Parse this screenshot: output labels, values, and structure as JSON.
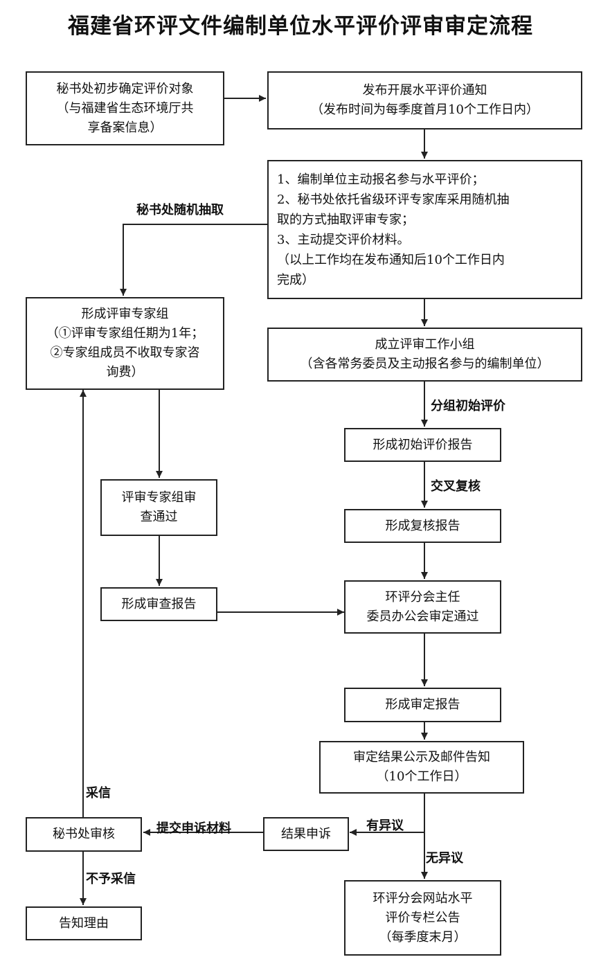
{
  "title": "福建省环评文件编制单位水平评价评审审定流程",
  "boxes": {
    "b1": [
      "秘书处初步确定评价对象",
      "（与福建省生态环境厅共",
      "享备案信息）"
    ],
    "b2": [
      "发布开展水平评价通知",
      "（发布时间为每季度首月10个工作日内）"
    ],
    "b3": [
      "1、编制单位主动报名参与水平评价；",
      "2、秘书处依托省级环评专家库采用随机抽",
      "取的方式抽取评审专家；",
      "3、主动提交评价材料。",
      "（以上工作均在发布通知后10个工作日内",
      "完成）"
    ],
    "b4": [
      "形成评审专家组",
      "（①评审专家组任期为1年；",
      "②专家组成员不收取专家咨",
      "询费）"
    ],
    "b5": [
      "成立评审工作小组",
      "（含各常务委员及主动报名参与的编制单位）"
    ],
    "b6": [
      "形成初始评价报告"
    ],
    "b7": [
      "评审专家组审",
      "查通过"
    ],
    "b8": [
      "形成复核报告"
    ],
    "b9": [
      "形成审查报告"
    ],
    "b10": [
      "环评分会主任",
      "委员办公会审定通过"
    ],
    "b11": [
      "形成审定报告"
    ],
    "b12": [
      "审定结果公示及邮件告知",
      "（10个工作日）"
    ],
    "b13": [
      "秘书处审核"
    ],
    "b14": [
      "结果申诉"
    ],
    "b15": [
      "告知理由"
    ],
    "b16": [
      "环评分会网站水平",
      "评价专栏公告",
      "（每季度末月）"
    ]
  },
  "labels": {
    "random": "秘书处随机抽取",
    "group_eval": "分组初始评价",
    "cross_check": "交叉复核",
    "adopt": "采信",
    "submit_appeal": "提交申诉材料",
    "objection": "有异议",
    "no_objection": "无异议",
    "not_adopt": "不予采信"
  }
}
